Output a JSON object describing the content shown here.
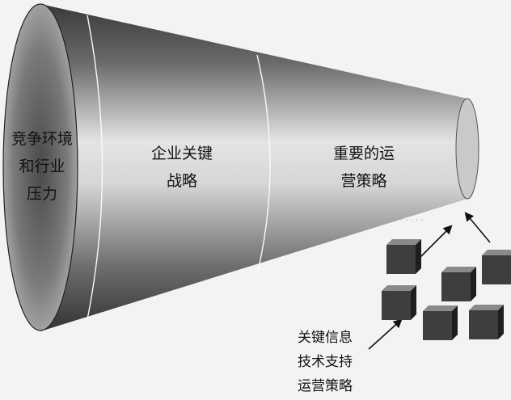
{
  "diagram": {
    "segments": [
      {
        "line1": "竞争环境",
        "line2": "和行业",
        "line3": "压力"
      },
      {
        "line1": "企业关键",
        "line2": "战略"
      },
      {
        "line1": "重要的运",
        "line2": "营策略"
      }
    ],
    "caption": {
      "line1": "关键信息",
      "line2": "技术支持",
      "line3": "运营策略"
    }
  },
  "colors": {
    "funnel_dark": "#3a3a3a",
    "funnel_light": "#e8e8e8",
    "cube_front": "#3e3e3e",
    "cube_top": "#8a8a8a",
    "cube_side": "#1e1e1e"
  }
}
